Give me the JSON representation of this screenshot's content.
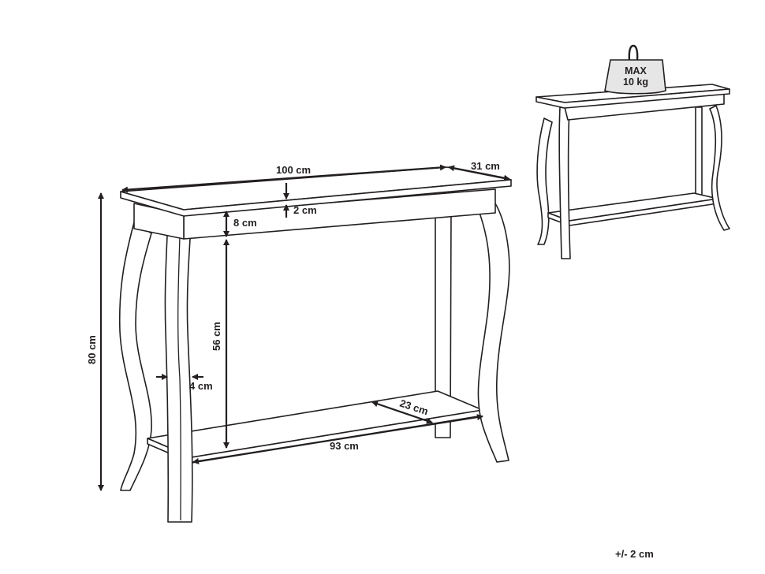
{
  "dimensions": {
    "width": "100 cm",
    "depth": "31 cm",
    "top_thickness": "2 cm",
    "apron_height": "8 cm",
    "total_height": "80 cm",
    "clearance_height": "56 cm",
    "leg_width": "4 cm",
    "shelf_width": "93 cm",
    "shelf_depth": "23 cm"
  },
  "weight_limit": {
    "line1": "MAX",
    "line2": "10 kg"
  },
  "tolerance": "+/- 2 cm"
}
